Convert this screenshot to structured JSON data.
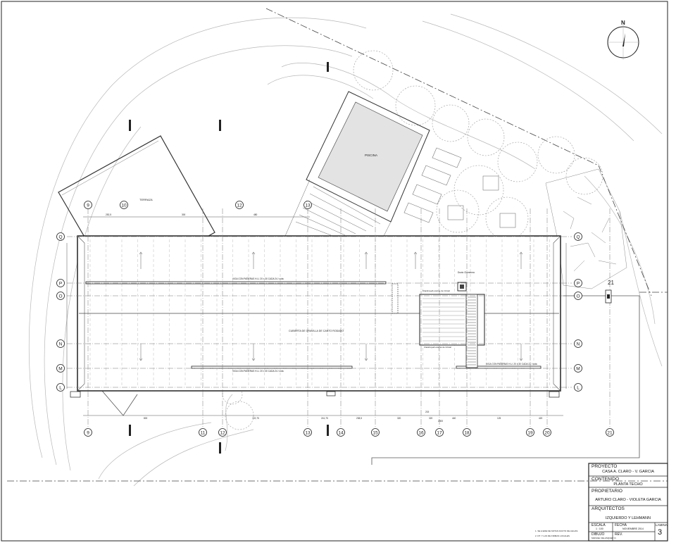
{
  "drawing": {
    "grid_axes_top": [
      "9",
      "10",
      "12",
      "13"
    ],
    "grid_axes_bottom": [
      "9",
      "11",
      "12",
      "13",
      "14",
      "15",
      "16",
      "17",
      "18",
      "19",
      "20",
      "21"
    ],
    "grid_axes_left": [
      "Q",
      "P",
      "O",
      "N",
      "M",
      "L"
    ],
    "grid_axes_right": [
      "Q",
      "P",
      "O",
      "N",
      "M",
      "L"
    ],
    "axis_21_label": "21",
    "north_label": "N",
    "pool_label": "PISCINA",
    "annex_label": "TERRAZA",
    "roof_note": "CUBIERTA DE GRAVILLA DE CANTO RODADO",
    "beam_upper": "VIGA CON PAÑERAS H.U. 20 x 30 CADA 24 / cota",
    "beam_lower": "VIGA CON PAÑERAS H.U. 20 x 30 CADA 24 / cota",
    "beam_right": "VIGA CON PAÑERAS H.U. 20 x 30 CADA 24 / cota",
    "chimney_label": "Ducto Chimenea",
    "skylight_top_note": "Claraboya/Lucarna de Cristal",
    "skylight_bottom_note": "Claraboya/Lucarna de Cristal",
    "dims_top": [
      "252,5",
      "300",
      "480"
    ],
    "dims_bottom": [
      "800",
      "722,75",
      "241,75",
      "238,5",
      "320",
      "320",
      "440",
      "125",
      "420"
    ],
    "dims_mid": [
      "215",
      "2000"
    ],
    "notes": [
      "1. SE A ERE DE NOTAS DUCTO DE AGUAS",
      "2. DT. Y LAS DE FIRMAS LOCALES"
    ]
  },
  "title_block": {
    "proyecto_label": "PROYECTO",
    "proyecto_value": "CASA  A. CLARO - V. GARCIA",
    "contenido_label": "CONTENIDO",
    "contenido_value": "PLANTA TECHO",
    "propietario_label": "PROPIETARIO",
    "propietario_value": "ARTURO CLARO - VIOLETA GARCIA",
    "arquitectos_label": "ARQUITECTOS",
    "arquitectos_value": "IZQUIERDO Y LEHMANN",
    "escala_label": "ESCALA",
    "escala_value": "1 : 100",
    "fecha_label": "FECHA",
    "fecha_value": "NOVIEMBRE 2014",
    "dibujo_label": "DIBUJO",
    "dibujo_value": "MANUEL VELASQUEZ O.",
    "rev_label": "REV.",
    "lamina_label": "LAMINA",
    "lamina_value": "3"
  }
}
